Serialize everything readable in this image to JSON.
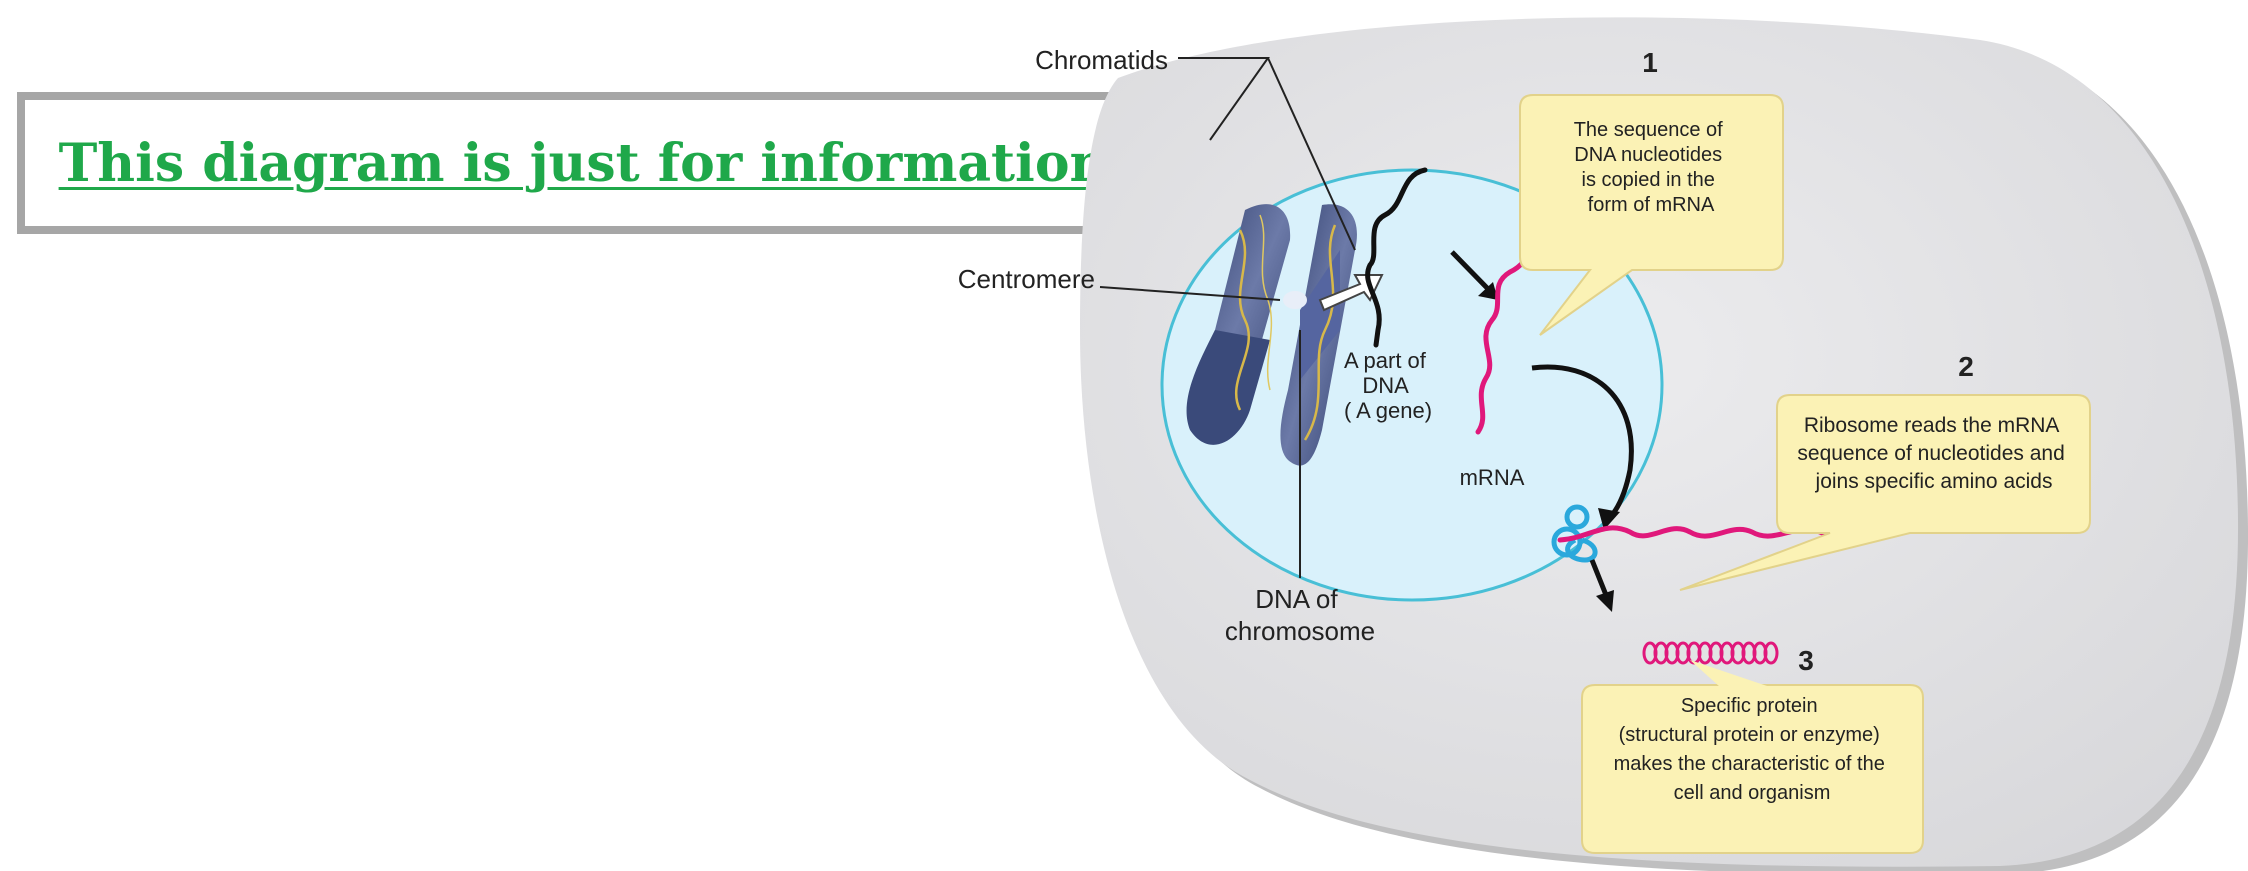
{
  "note": {
    "text": "This diagram is just for information."
  },
  "labels": {
    "chromatids": "Chromatids",
    "centromere": "Centromere",
    "dna_of_chromosome": [
      "DNA of",
      "chromosome"
    ],
    "gene": [
      "A part of",
      "DNA",
      "( A gene)"
    ],
    "mrna": "mRNA"
  },
  "steps": [
    {
      "number": "1",
      "lines": [
        "The sequence of",
        "DNA nucleotides",
        "is copied in the",
        "form of mRNA"
      ]
    },
    {
      "number": "2",
      "lines": [
        "Ribosome reads the mRNA",
        "sequence of nucleotides and",
        "joins specific amino acids"
      ]
    },
    {
      "number": "3",
      "lines": [
        "Specific protein",
        "(structural protein or enzyme)",
        "makes the characteristic of the",
        "cell and organism"
      ]
    }
  ],
  "colors": {
    "note_text": "#1fa84a",
    "note_border": "#a6a6a6",
    "cell": "#e3e3e5",
    "nucleus": "#d9f1fb",
    "nucleus_border": "#48bfd6",
    "mrna": "#e0187b",
    "callout": "#fbf2b5",
    "ribosome": "#2aa8dc",
    "chromosome": "#4a5a88"
  }
}
